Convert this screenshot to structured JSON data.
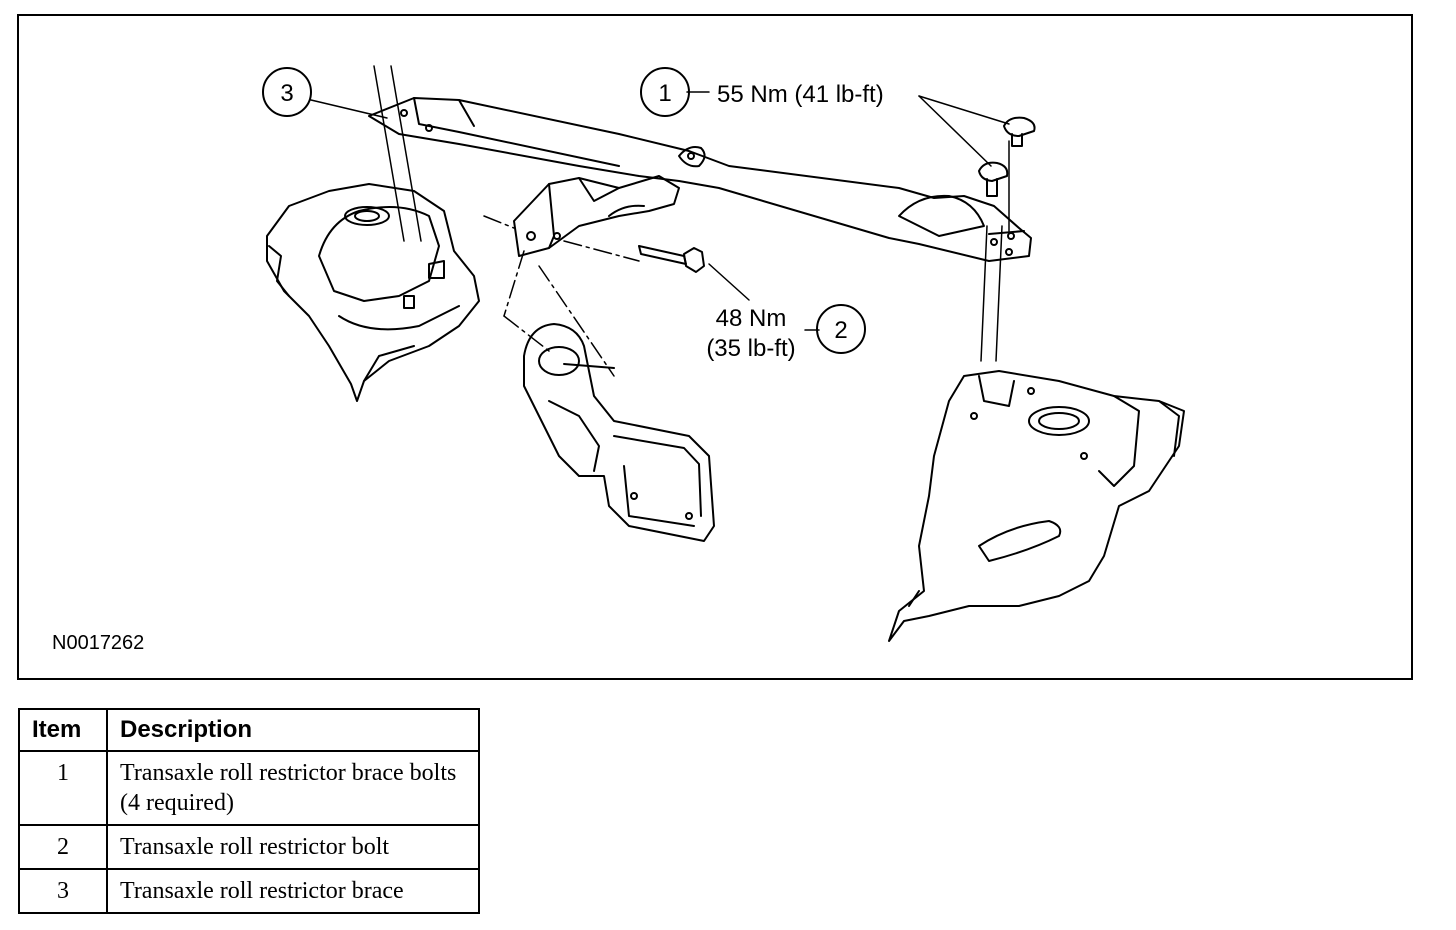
{
  "figure": {
    "callouts": [
      {
        "number": "1",
        "torque": "55 Nm (41 lb-ft)"
      },
      {
        "number": "2",
        "torque_line1": "48 Nm",
        "torque_line2": "(35 lb-ft)"
      },
      {
        "number": "3"
      }
    ],
    "figure_id": "N0017262"
  },
  "legend": {
    "headers": [
      "Item",
      "Description"
    ],
    "rows": [
      {
        "item": "1",
        "description": "Transaxle roll restrictor brace bolts (4 required)"
      },
      {
        "item": "2",
        "description": "Transaxle roll restrictor bolt"
      },
      {
        "item": "3",
        "description": "Transaxle roll restrictor brace"
      }
    ]
  }
}
